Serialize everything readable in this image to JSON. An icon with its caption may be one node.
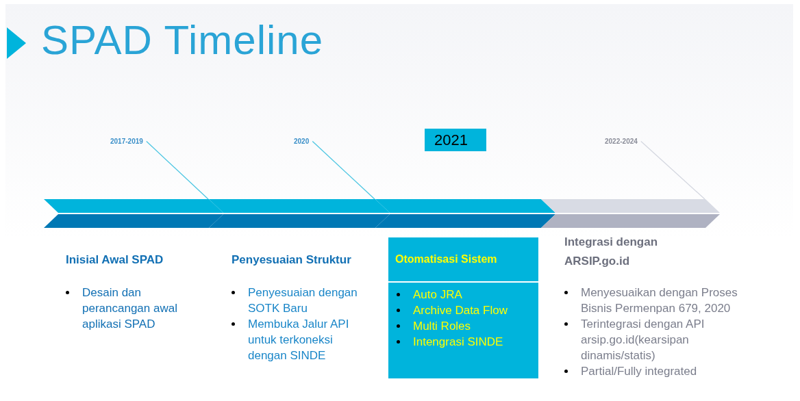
{
  "diagram": {
    "title": "SPAD Timeline",
    "nodes": [
      {
        "text": [
          "2017-2019"
        ]
      },
      {
        "text": [
          "2020"
        ]
      },
      {
        "text": [
          "2021"
        ]
      },
      {
        "text": [
          "2022-2024"
        ]
      },
      {
        "text": [],
        "shape": "bar"
      },
      {
        "text": [],
        "shape": "bar"
      },
      {
        "text": [],
        "shape": "bar"
      },
      {
        "text": [],
        "shape": "bar"
      },
      {
        "text": [
          "Inisial Awal SPAD",
          "Desain dan perancangan awal aplikasi SPAD"
        ]
      },
      {
        "text": [
          "Penyesuaian Struktur",
          "Penyesuaian dengan SOTK Baru",
          "Membuka Jalur API untuk terkoneksi dengan SINDE"
        ]
      },
      {
        "text": [
          "Otomatisasi Sistem",
          "Auto JRA",
          "Archive Data Flow",
          "Multi Roles",
          "Intengrasi SINDE"
        ]
      },
      {
        "text": [
          "Integrasi dengan ARSIP.go.id",
          "Menyesuaikan dengan Proses Bisnis Permenpan 679, 2020",
          "Terintegrasi dengan API arsip.go.id(kearsipan dinamis/statis)",
          "Partial/Fully integrated"
        ]
      }
    ],
    "edges": [
      {
        "from": 0,
        "to": 4,
        "arrow": "none"
      },
      {
        "from": 1,
        "to": 5,
        "arrow": "none"
      },
      {
        "from": 3,
        "to": 7,
        "arrow": "none",
        "color": "#d4d7e0"
      }
    ]
  }
}
